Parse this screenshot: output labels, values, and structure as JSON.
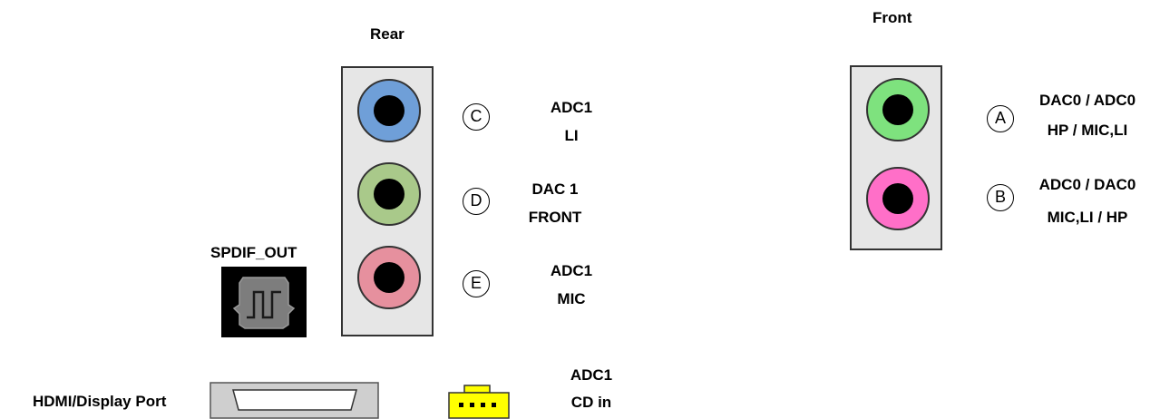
{
  "rear": {
    "title": "Rear",
    "jacks": [
      {
        "letter": "C",
        "line1": "ADC1",
        "line2": "LI",
        "color": "#6f9fd8"
      },
      {
        "letter": "D",
        "line1": "DAC 1",
        "line2": "FRONT",
        "color": "#a9c98a"
      },
      {
        "letter": "E",
        "line1": "ADC1",
        "line2": "MIC",
        "color": "#e6909e"
      }
    ]
  },
  "front": {
    "title": "Front",
    "jacks": [
      {
        "letter": "A",
        "line1": "DAC0 / ADC0",
        "line2": "HP / MIC,LI",
        "color": "#7ee27e"
      },
      {
        "letter": "B",
        "line1": "ADC0 / DAC0",
        "line2": "MIC,LI / HP",
        "color": "#ff6fc8"
      }
    ]
  },
  "spdif": {
    "label": "SPDIF_OUT"
  },
  "hdmi": {
    "label": "HDMI/Display Port"
  },
  "cd": {
    "line1": "ADC1",
    "line2": "CD in",
    "color": "#ffff00"
  }
}
